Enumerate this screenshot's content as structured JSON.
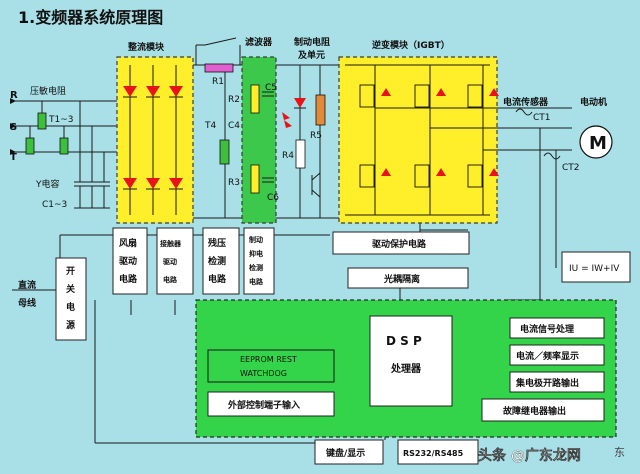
{
  "title": "1.变频器系统原理图",
  "labels": {
    "rectifier": "整流模块",
    "filter": "滤波器",
    "brake": "制动电阻",
    "brake_unit": "及单元",
    "inverter": "逆变模块（IGBT）",
    "current_sensor": "电流传感器",
    "motor": "电动机",
    "motor_symbol": "M",
    "varistor": "压敏电阻",
    "y_cap": "Y电容",
    "c13": "C1~3",
    "t13": "T1~3",
    "r1": "R1",
    "r2": "R2",
    "r3": "R3",
    "r4": "R4",
    "r5": "R5",
    "c4": "C4",
    "c5": "C5",
    "c6": "C6",
    "t4": "T4",
    "ct1": "CT1",
    "ct2": "CT2",
    "phase_r": "R",
    "phase_s": "S",
    "phase_t": "T",
    "dc_bus": [
      "直流",
      "母线"
    ],
    "switch_psu": [
      "开",
      "关",
      "电",
      "源"
    ],
    "fan": [
      "风扇",
      "驱动",
      "电路"
    ],
    "contactor": [
      "接触器",
      "驱动",
      "电路"
    ],
    "residual": [
      "残压",
      "检测",
      "电路"
    ],
    "brake_det": [
      "制动",
      "抑电",
      "检测",
      "电路"
    ],
    "driver": "驱动保护电路",
    "opto": "光耦隔离",
    "formula": "IU = IW+IV",
    "dsp": "D S P",
    "dsp_sub": "处理器",
    "eeprom": [
      "EEPROM  REST",
      "WATCHDOG"
    ],
    "ext_ctrl": "外部控制端子输入",
    "cur_proc": "电流信号处理",
    "freq_disp": "电流／频率显示",
    "oc_out": "集电极开路输出",
    "fault_relay": "故障继电器输出",
    "keyboard": "键盘/显示",
    "rs": "RS232/RS485",
    "watermark": "头条 @广东龙网",
    "watermark_mark": "东"
  },
  "colors": {
    "background": "#a9e0e8",
    "module_yellow": "#ffee2a",
    "filter_green": "#3cc84a",
    "dsp_green": "#33d34a",
    "diode_red": "#e8121a",
    "r1_pink": "#e060d0",
    "r5_orange": "#e08a3a"
  }
}
